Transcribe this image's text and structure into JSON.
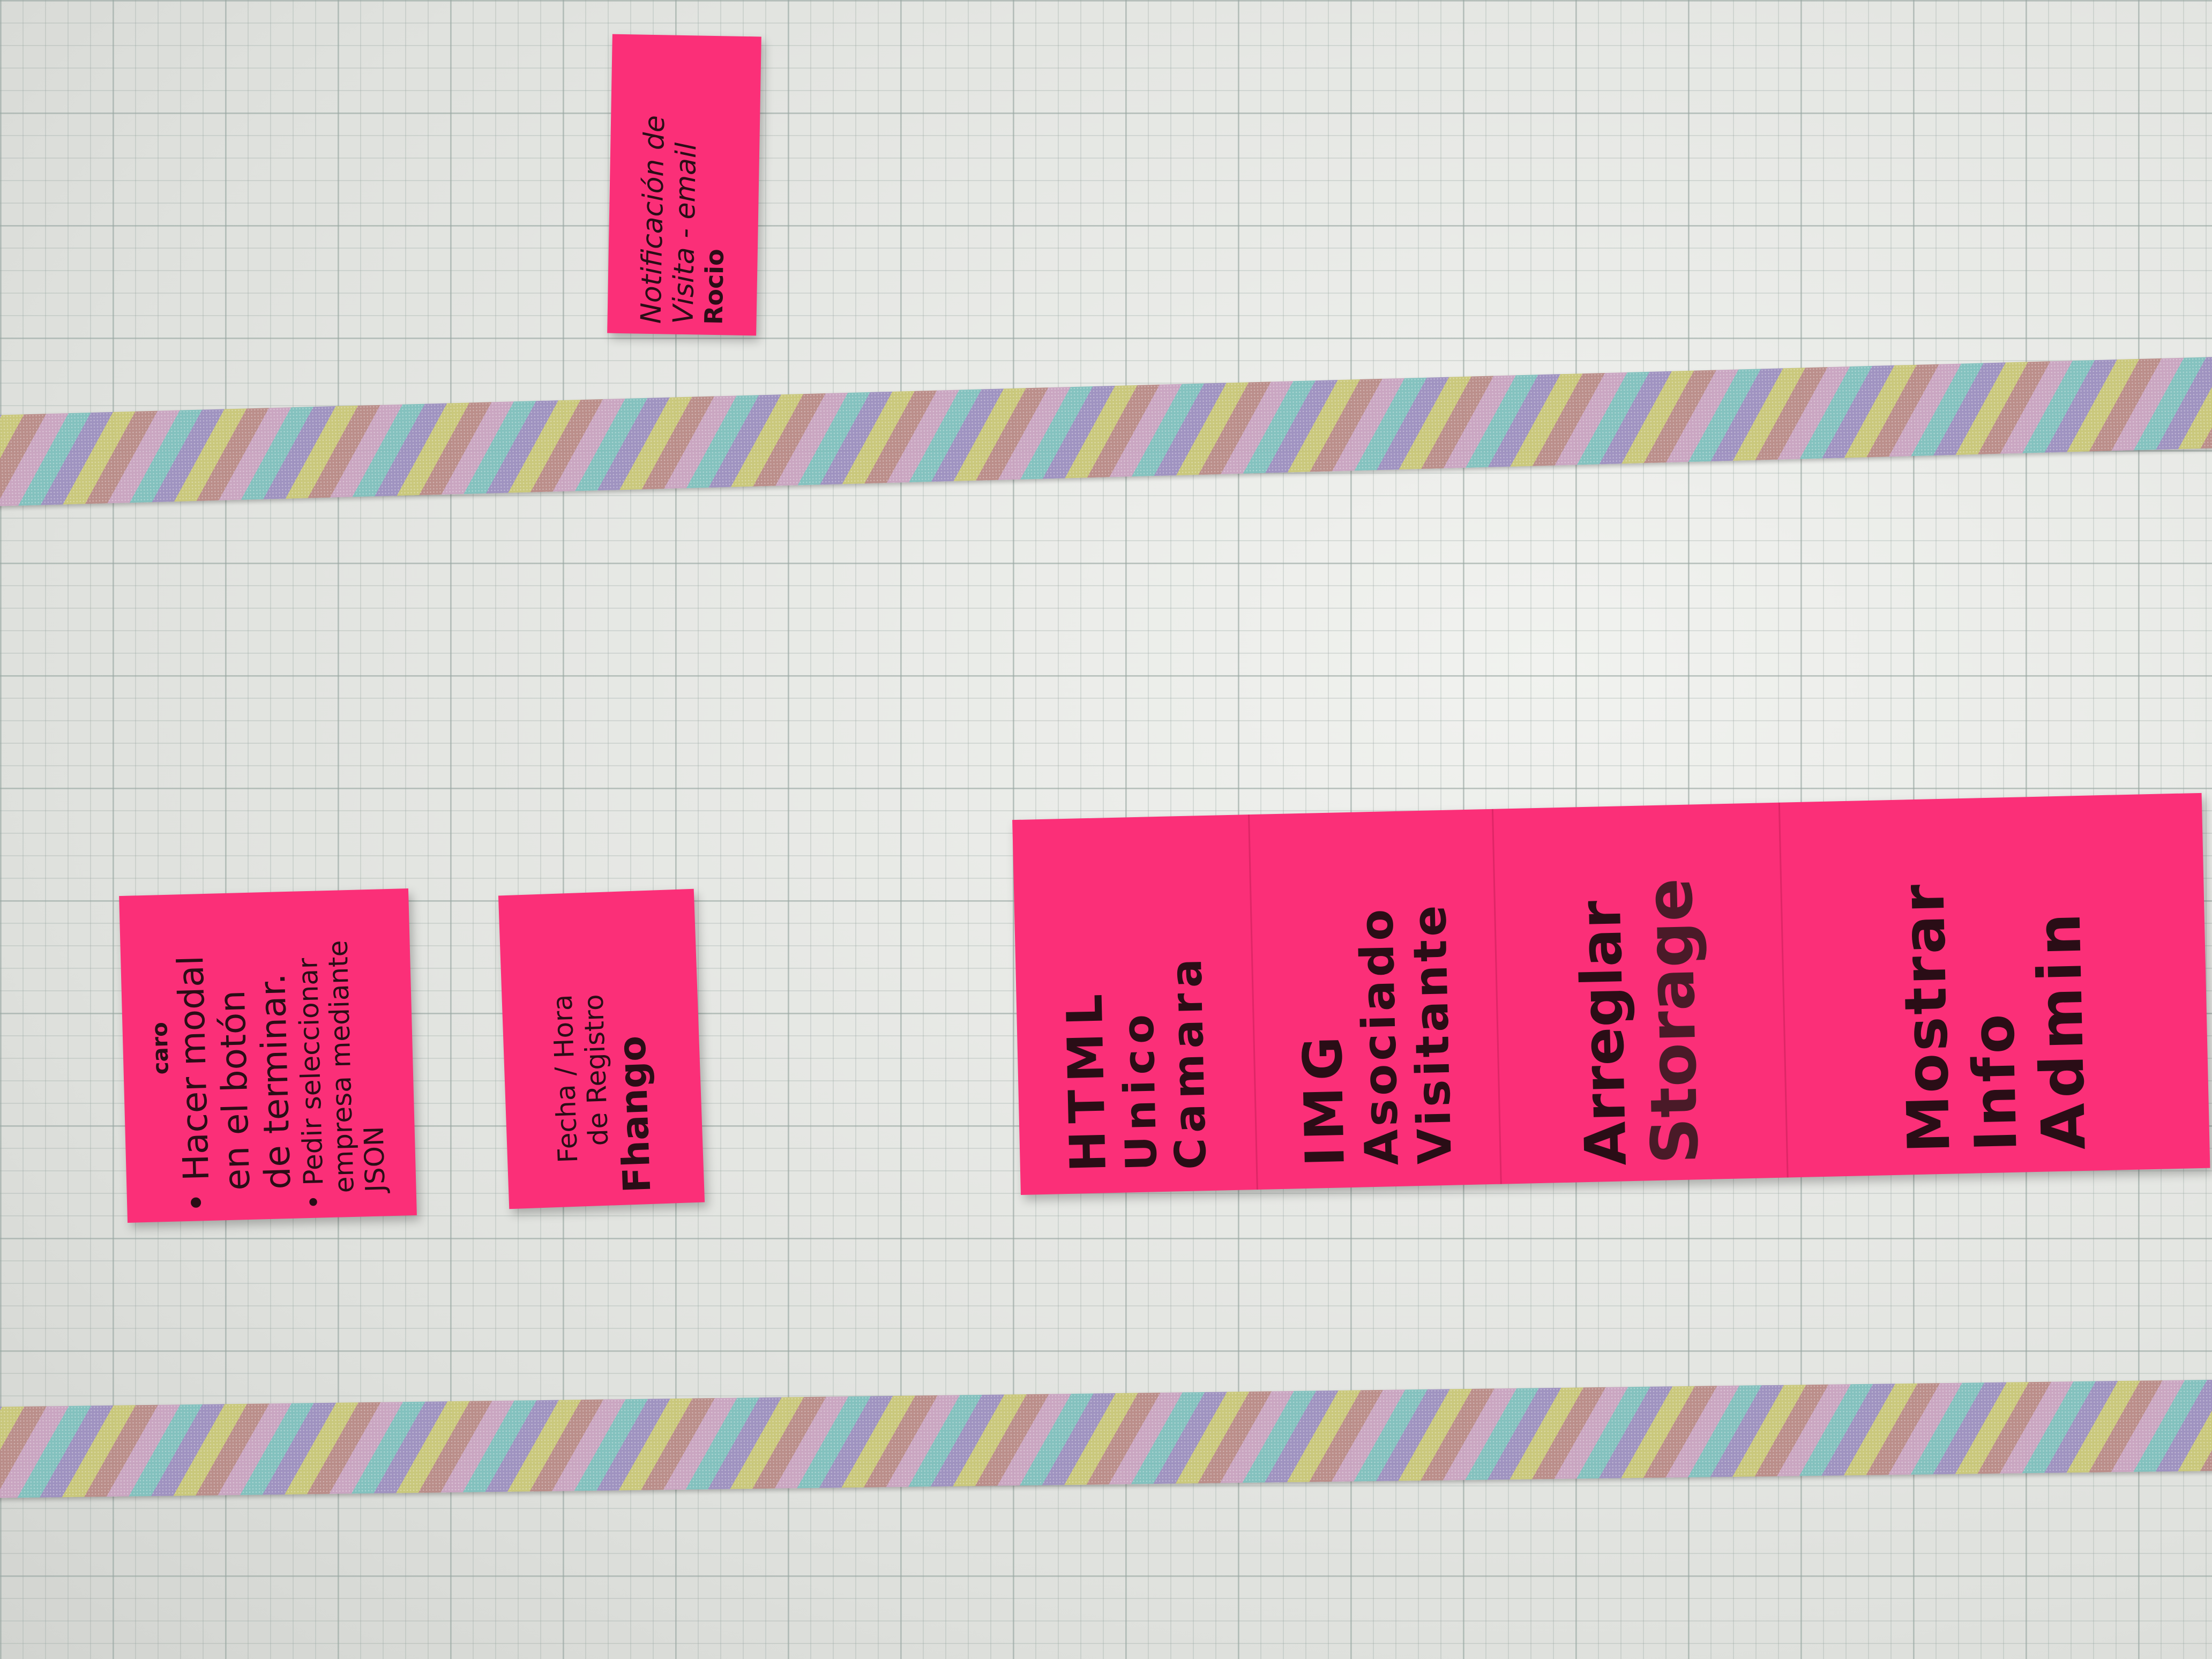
{
  "notes": {
    "notification": {
      "lines": [
        "Notificación de",
        "Visita - email"
      ],
      "author": "Rocio"
    },
    "modal": {
      "author": "caro",
      "lines": [
        "• Hacer modal",
        "en el botón",
        "de terminar.",
        "• Pedir seleccionar",
        "empresa mediante",
        "JSON"
      ]
    },
    "date": {
      "lines": [
        "Fecha / Hora",
        "de Registro"
      ],
      "author": "Fhango"
    },
    "strip": {
      "html": [
        "HTML",
        "Unico",
        "Camara"
      ],
      "img": [
        "IMG",
        "Asociado",
        "Visitante"
      ],
      "storage": [
        "Arreglar",
        "Storage"
      ],
      "admin": [
        "Mostrar",
        "Info",
        "Admin"
      ]
    }
  },
  "colors": {
    "note": "#fb2f78",
    "board": "#e3e5e2"
  }
}
